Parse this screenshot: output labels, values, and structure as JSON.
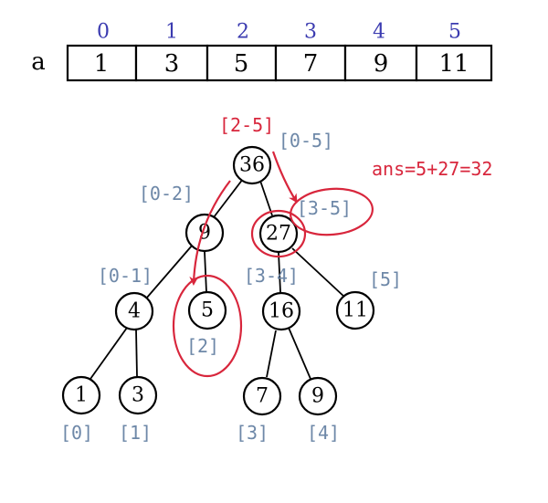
{
  "array": {
    "name": "a",
    "indices": [
      "0",
      "1",
      "2",
      "3",
      "4",
      "5"
    ],
    "values": [
      "1",
      "3",
      "5",
      "7",
      "9",
      "11"
    ]
  },
  "tree": {
    "nodes": [
      {
        "id": "root",
        "value": "36",
        "range": "[0-5]"
      },
      {
        "id": "n-0-2",
        "value": "9",
        "range": "[0-2]"
      },
      {
        "id": "n-3-5",
        "value": "27",
        "range": "[3-5]"
      },
      {
        "id": "n-0-1",
        "value": "4",
        "range": "[0-1]"
      },
      {
        "id": "n-2",
        "value": "5",
        "range": "[2]"
      },
      {
        "id": "n-3-4",
        "value": "16",
        "range": "[3-4]"
      },
      {
        "id": "n-5",
        "value": "11",
        "range": "[5]"
      },
      {
        "id": "n-0",
        "value": "1",
        "range": "[0]"
      },
      {
        "id": "n-1",
        "value": "3",
        "range": "[1]"
      },
      {
        "id": "n-3",
        "value": "7",
        "range": "[3]"
      },
      {
        "id": "n-4",
        "value": "9",
        "range": "[4]"
      }
    ]
  },
  "query": {
    "range": "[2-5]",
    "answer": "ans=5+27=32",
    "color": "#d8263c"
  }
}
